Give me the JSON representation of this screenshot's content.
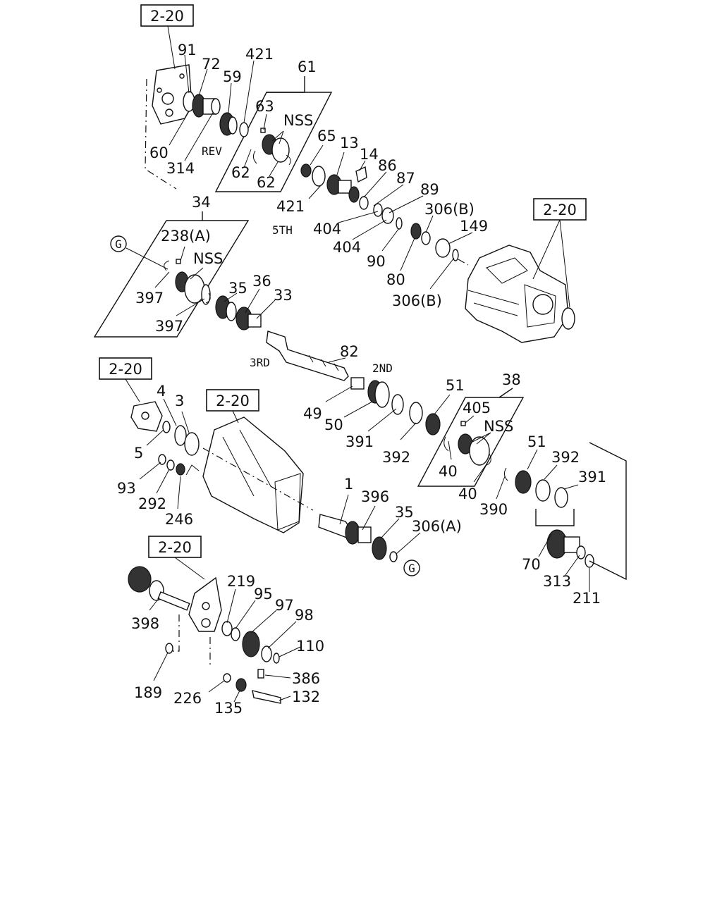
{
  "refs": [
    "2-20",
    "2-20",
    "2-20",
    "2-20",
    "2-20"
  ],
  "marker": "G",
  "gear_labels": {
    "rev": "REV",
    "fifth": "5TH",
    "third": "3RD",
    "second": "2ND"
  },
  "nss": [
    "NSS",
    "NSS",
    "NSS"
  ],
  "numbers": [
    "91",
    "72",
    "421",
    "59",
    "61",
    "63",
    "65",
    "13",
    "14",
    "86",
    "87",
    "89",
    "60",
    "314",
    "62",
    "62",
    "421",
    "404",
    "404",
    "90",
    "80",
    "306(B)",
    "149",
    "306(B)",
    "34",
    "238(A)",
    "397",
    "397",
    "35",
    "36",
    "33",
    "82",
    "49",
    "50",
    "391",
    "392",
    "51",
    "38",
    "405",
    "40",
    "40",
    "51",
    "392",
    "391",
    "390",
    "4",
    "3",
    "5",
    "93",
    "292",
    "246",
    "1",
    "396",
    "35",
    "306(A)",
    "70",
    "313",
    "211",
    "219",
    "95",
    "97",
    "98",
    "110",
    "398",
    "189",
    "226",
    "135",
    "386",
    "132"
  ]
}
